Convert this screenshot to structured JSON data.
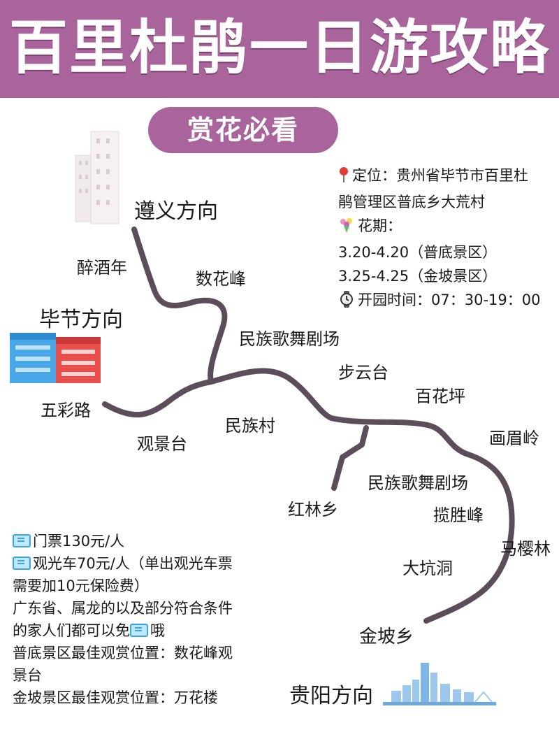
{
  "title": "百里杜鹃一日游攻略",
  "subtitle": "赏花必看",
  "colors": {
    "accent": "#a9649c",
    "route": "#5b4d59"
  },
  "info": {
    "location_icon": "pin-icon",
    "location_label": "定位：贵州省毕节市百里杜",
    "location_label_cont": "鹃管理区普底乡大荒村",
    "flower_icon": "flower-bouquet-icon",
    "season_label": "花期：",
    "season_1": "3.20-4.20（普底景区）",
    "season_2": "3.25-4.25（金坡景区）",
    "hours_icon": "watch-icon",
    "hours_label": "开园时间：07：30-19：00"
  },
  "directions": {
    "zunyi": "遵义方向",
    "bijie": "毕节方向",
    "guiyang": "贵阳方向"
  },
  "places": {
    "zuijiunian": "醉酒年",
    "shuhuafeng": "数花峰",
    "minzu_gewu_1": "民族歌舞剧场",
    "buyuntai": "步云台",
    "baihuaping": "百花坪",
    "minzucun": "民族村",
    "wucailu": "五彩路",
    "guanjingtai": "观景台",
    "huameiling": "画眉岭",
    "minzu_gewu_2": "民族歌舞剧场",
    "honglinxiang": "红林乡",
    "lanshengfeng": "揽胜峰",
    "mayinglin": "马樱林",
    "dakengdong": "大坑洞",
    "jinpoxiang": "金坡乡"
  },
  "notes": {
    "ticket_icon": "ticket-icon",
    "ticket": "门票130元/人",
    "shuttle": "观光车70元/人（单出观光车票",
    "shuttle_cont": "需要加10元保险费）",
    "free_1": "广东省、属龙的以及部分符合条件",
    "free_2a": "的家人们都可以免",
    "free_2b": "哦",
    "pudi_1": "普底景区最佳观赏位置：数花峰观",
    "pudi_2": "景台",
    "jinpo": "金坡景区最佳观赏位置：万花楼"
  }
}
